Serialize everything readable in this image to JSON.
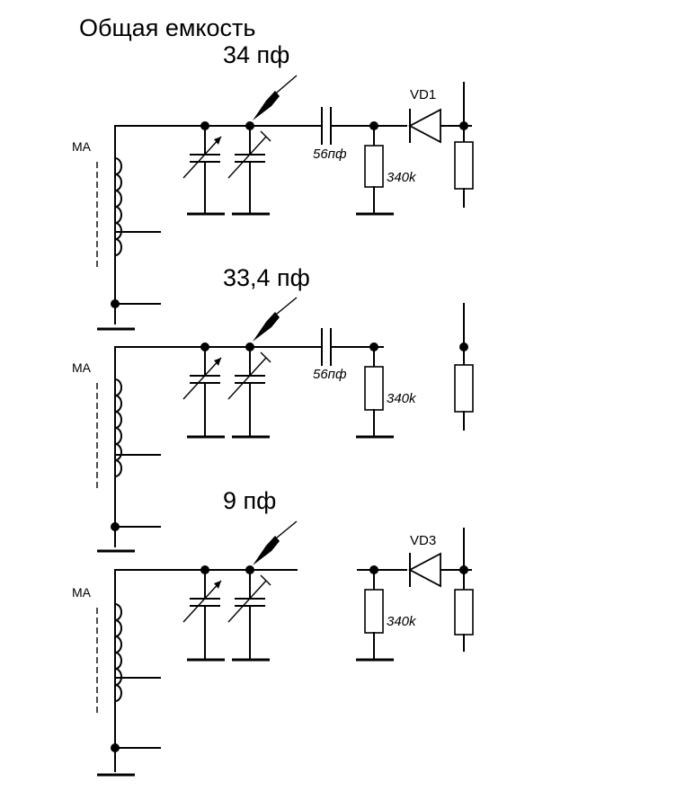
{
  "header": {
    "title": "Общая емкость"
  },
  "circuits": [
    {
      "capacitance": "34 пф",
      "coil_label": "MA",
      "coupling_cap": "56пф",
      "load_resistor": "340k",
      "diode": "VD1"
    },
    {
      "capacitance": "33,4 пф",
      "coil_label": "MA",
      "coupling_cap": "56пф",
      "load_resistor": "340k"
    },
    {
      "capacitance": "9 пф",
      "coil_label": "MA",
      "load_resistor": "340k",
      "diode": "VD3"
    }
  ]
}
